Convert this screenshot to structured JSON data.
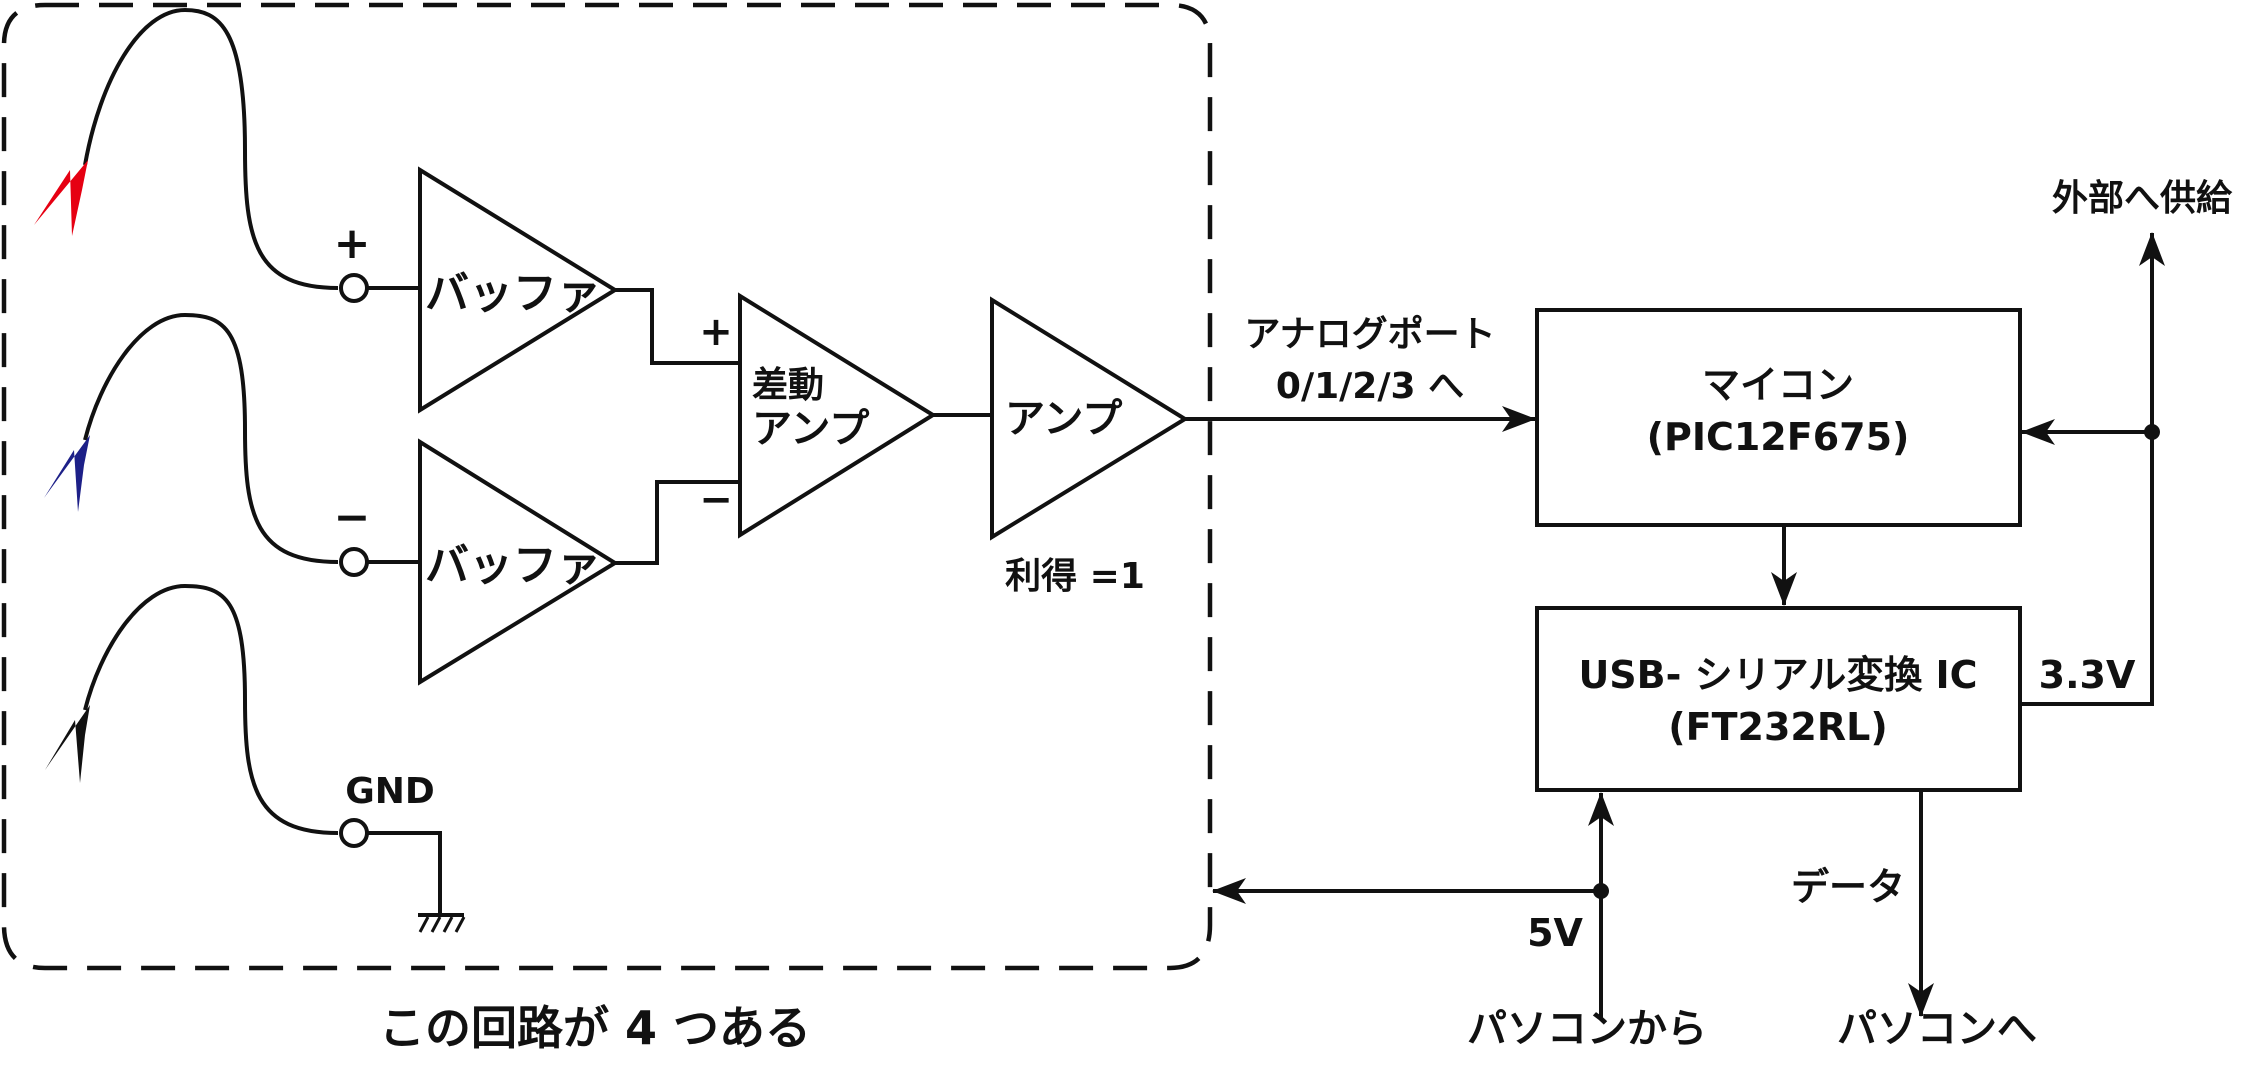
{
  "probes": {
    "plus_color": "#e60012",
    "minus_color": "#1d2088",
    "gnd_color": "#111111",
    "plus_sign": "+",
    "minus_sign": "−",
    "gnd_label": "GND"
  },
  "buffers": {
    "top_label": "バッファ",
    "bottom_label": "バッファ"
  },
  "diff_amp": {
    "label_line1": "差動",
    "label_line2": "アンプ",
    "plus_sign": "+",
    "minus_sign": "−"
  },
  "amp": {
    "label": "アンプ",
    "gain_label": "利得 =1"
  },
  "analog_port": {
    "line1": "アナログポート",
    "line2": "0/1/2/3 へ"
  },
  "mcu": {
    "line1": "マイコン",
    "line2": "(PIC12F675)"
  },
  "usb_serial": {
    "line1": "USB- シリアル変換 IC",
    "line2": "(FT232RL)"
  },
  "power": {
    "external_supply": "外部へ供給",
    "v33": "3.3V",
    "v5": "5V"
  },
  "pc": {
    "from_pc": "パソコンから",
    "to_pc": "パソコンへ",
    "data_label": "データ"
  },
  "caption": "この回路が 4 つある"
}
